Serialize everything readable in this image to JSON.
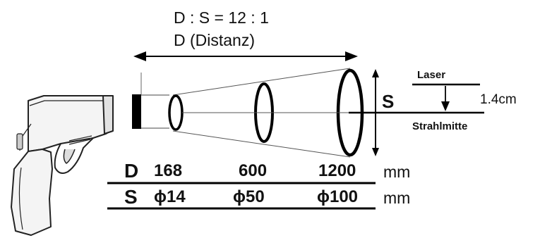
{
  "header": {
    "ratio": "D : S = 12 : 1",
    "distance_label": "D (Distanz)"
  },
  "spot_label": "S",
  "laser": {
    "label": "Laser",
    "offset": "1.4cm",
    "beam_center": "Strahlmitte"
  },
  "table": {
    "d_label": "D",
    "s_label": "S",
    "distances": [
      "168",
      "600",
      "1200"
    ],
    "spot_sizes": [
      "ϕ14",
      "ϕ50",
      "ϕ100"
    ],
    "unit": "mm"
  }
}
